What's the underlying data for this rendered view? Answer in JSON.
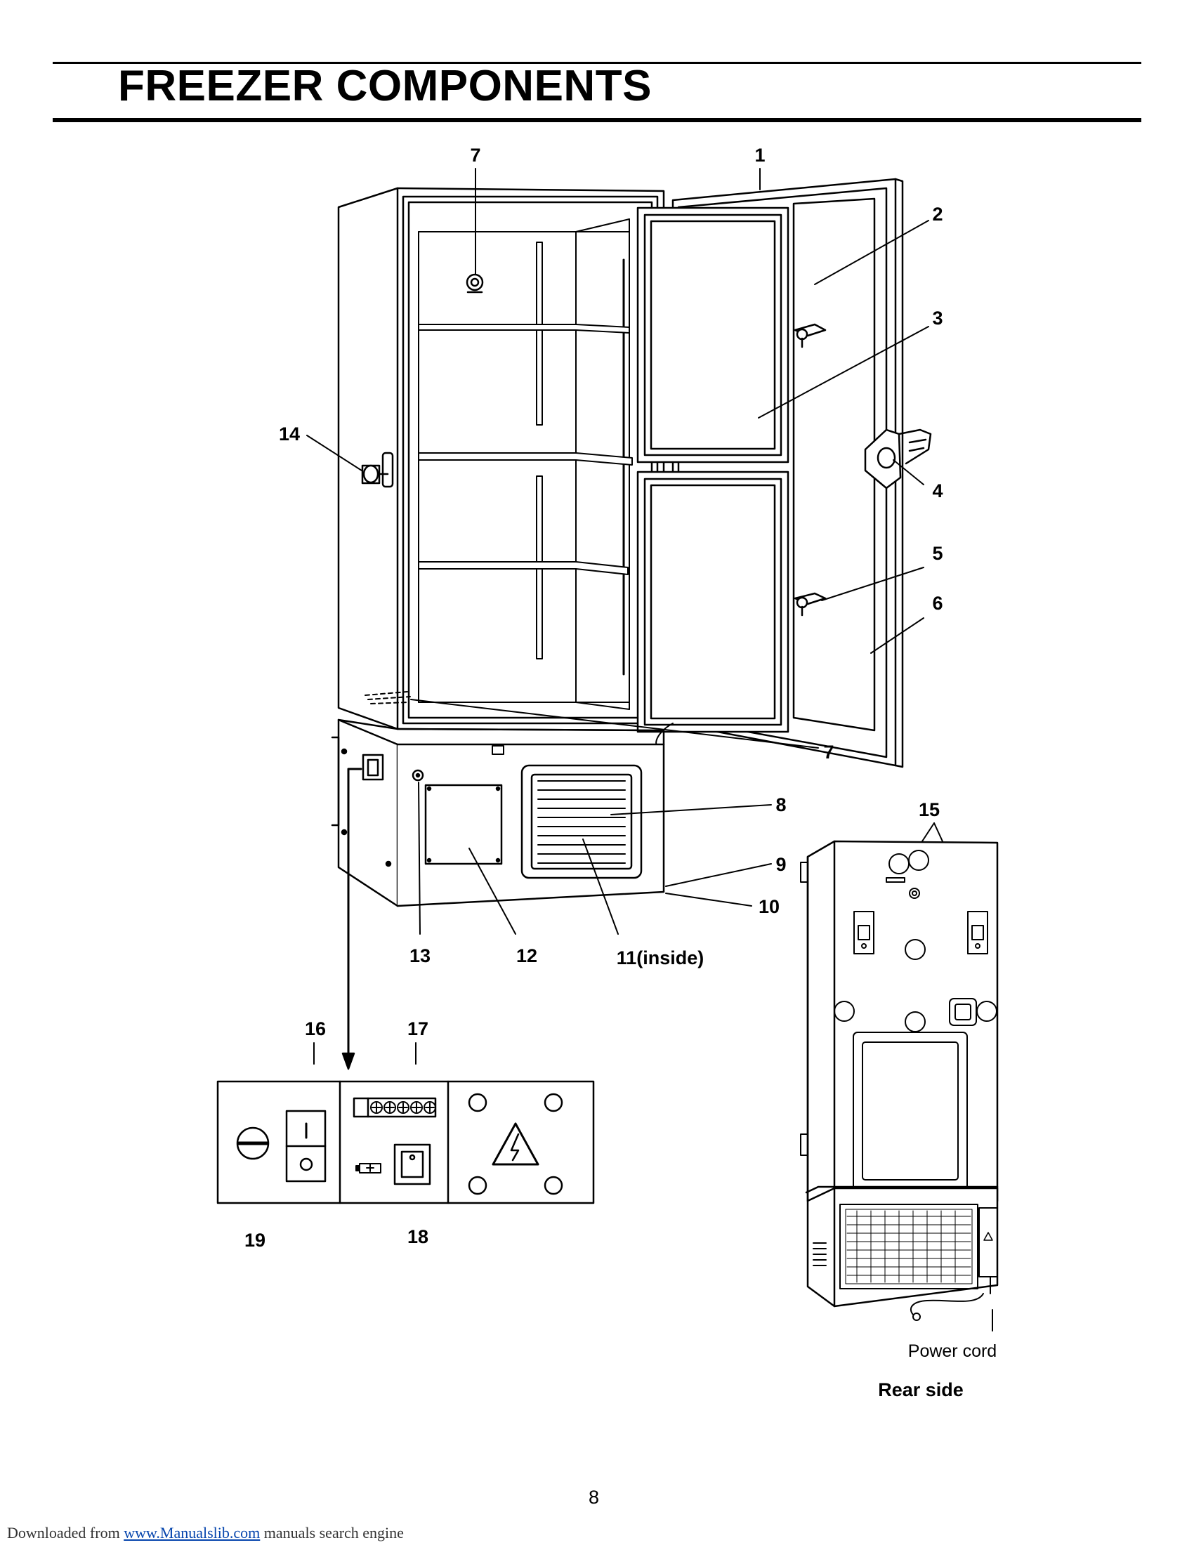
{
  "page": {
    "title": "FREEZER COMPONENTS",
    "page_number": "8",
    "footer": {
      "prefix": "Downloaded from ",
      "link": "www.Manualslib.com",
      "suffix": " manuals search engine"
    }
  },
  "callouts": {
    "c1": "1",
    "c2": "2",
    "c3": "3",
    "c4": "4",
    "c5": "5",
    "c6": "6",
    "c7_top": "7",
    "c7_bottom": "7",
    "c8": "8",
    "c9": "9",
    "c10": "10",
    "c11": "11(inside)",
    "c12": "12",
    "c13": "13",
    "c14": "14",
    "c15": "15",
    "c16": "16",
    "c17": "17",
    "c18": "18",
    "c19": "19"
  },
  "rear": {
    "power_cord_label": "Power cord",
    "caption": "Rear side"
  },
  "colors": {
    "line": "#000000",
    "background": "#ffffff",
    "link": "#0645ad"
  },
  "icons": [
    "lock-icon",
    "high-voltage-warning-icon",
    "battery-icon",
    "rocker-switch-icon"
  ]
}
